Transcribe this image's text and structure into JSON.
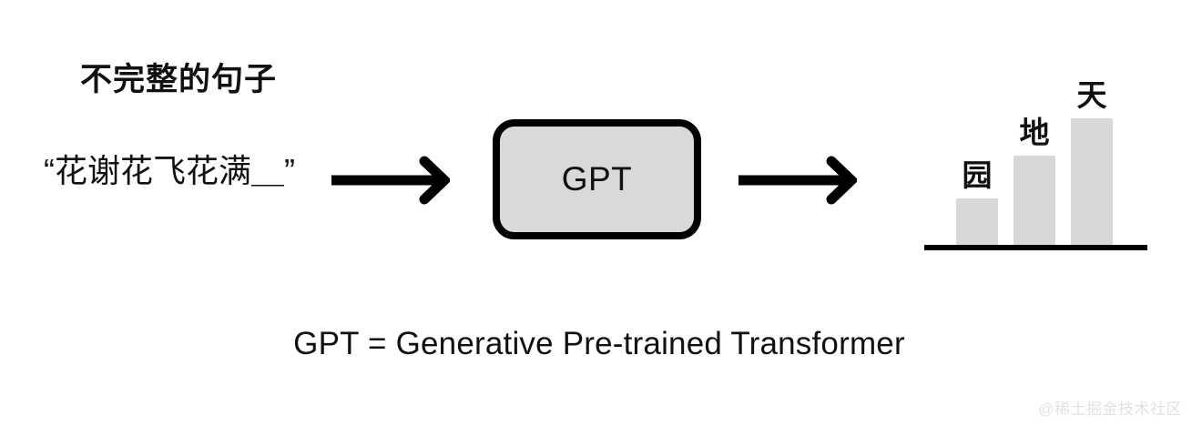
{
  "figure": {
    "background_color": "#ffffff",
    "ink_color": "#000000"
  },
  "prompt": {
    "heading": "不完整的句子",
    "sentence": "“花谢花飞花满＿”"
  },
  "arrows": [
    {
      "name": "arrow-input-to-model",
      "direction": "right"
    },
    {
      "name": "arrow-model-to-output",
      "direction": "right"
    }
  ],
  "model": {
    "label": "GPT",
    "fill_color": "#d9d9d9",
    "border_color": "#000000"
  },
  "caption": {
    "text": "GPT = Generative Pre-trained Transformer"
  },
  "watermark": {
    "text": "@稀土掘金技术社区",
    "color": "#e2e2e2"
  },
  "chart_data": {
    "type": "bar",
    "title": "",
    "xlabel": "",
    "ylabel": "",
    "grid": false,
    "legend": false,
    "axis_baseline": true,
    "categories": [
      "园",
      "地",
      "天"
    ],
    "values": [
      51,
      98,
      139
    ],
    "ylim": [
      0,
      160
    ],
    "bar_color": "#d8d8d8",
    "labels_above_bars": true,
    "annotations": [
      "园",
      "地",
      "天"
    ]
  }
}
